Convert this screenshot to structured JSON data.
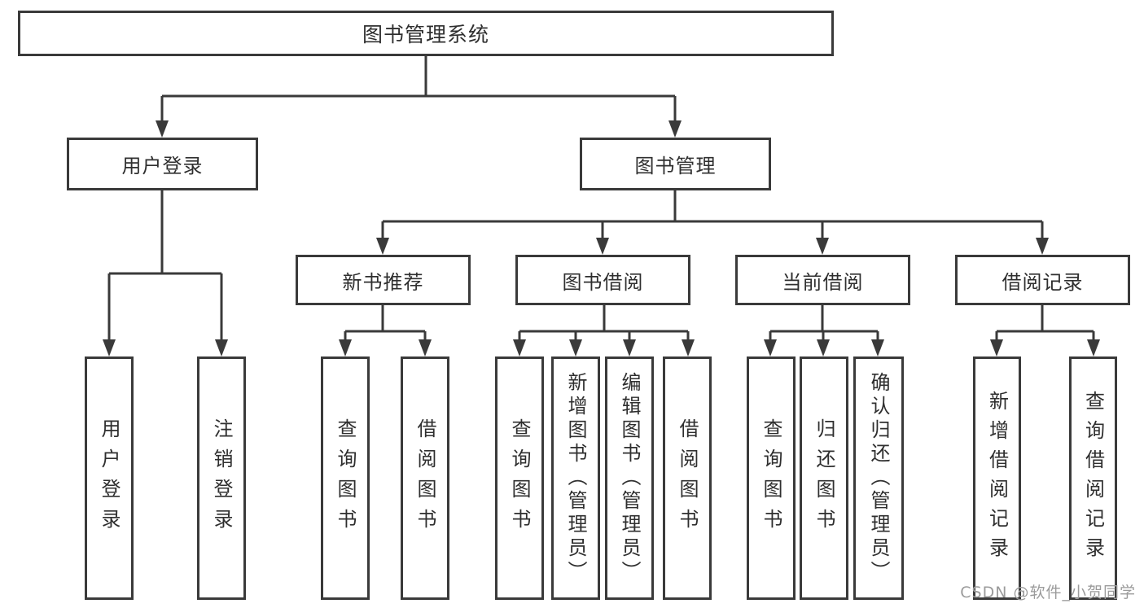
{
  "diagram": {
    "root": {
      "label": "图书管理系统"
    },
    "level2": [
      {
        "label": "用户登录"
      },
      {
        "label": "图书管理"
      }
    ],
    "level3": [
      {
        "label": "新书推荐"
      },
      {
        "label": "图书借阅"
      },
      {
        "label": "当前借阅"
      },
      {
        "label": "借阅记录"
      }
    ],
    "leaves": {
      "user_login": [
        "用户登录",
        "注销登录"
      ],
      "new_book": [
        "查询图书",
        "借阅图书"
      ],
      "book_borrow": [
        "查询图书",
        "新增图书（管理员）",
        "编辑图书（管理员）",
        "借阅图书"
      ],
      "current_borrow": [
        "查询图书",
        "归还图书",
        "确认归还（管理员）"
      ],
      "borrow_record": [
        "新增借阅记录",
        "查询借阅记录"
      ]
    }
  },
  "watermark": "CSDN @软件_小贺同学",
  "colors": {
    "line": "#3a3a3a",
    "text": "#2f2f2f",
    "background": "#ffffff",
    "watermark": "#9b9b9b"
  }
}
